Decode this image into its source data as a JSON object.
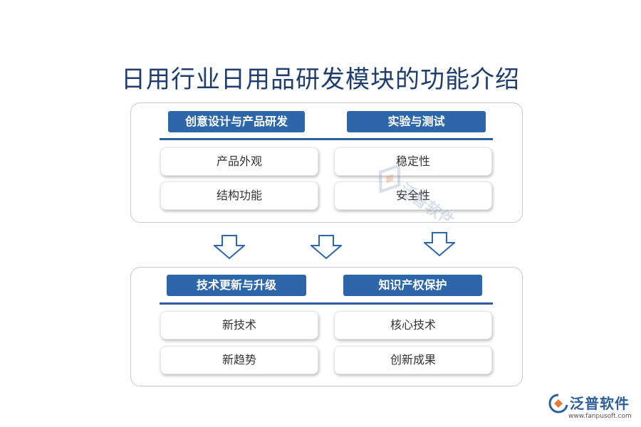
{
  "title": "日用行业日用品研发模块的功能介绍",
  "top_section": {
    "left_header": "创意设计与产品研发",
    "right_header": "实验与测试",
    "left_items": [
      "产品外观",
      "结构功能"
    ],
    "right_items": [
      "稳定性",
      "安全性"
    ]
  },
  "bottom_section": {
    "left_header": "技术更新与升级",
    "right_header": "知识产权保护",
    "left_items": [
      "新技术",
      "新趋势"
    ],
    "right_items": [
      "核心技术",
      "创新成果"
    ]
  },
  "watermark": {
    "text": "泛普软件"
  },
  "brand": {
    "name": "泛普软件",
    "url": "www.fanpusoft.com"
  },
  "colors": {
    "header_bg": "#2e67a9",
    "rule": "#2b5d9b",
    "title": "#1f3d6e",
    "arrow": "#2e67a9"
  }
}
